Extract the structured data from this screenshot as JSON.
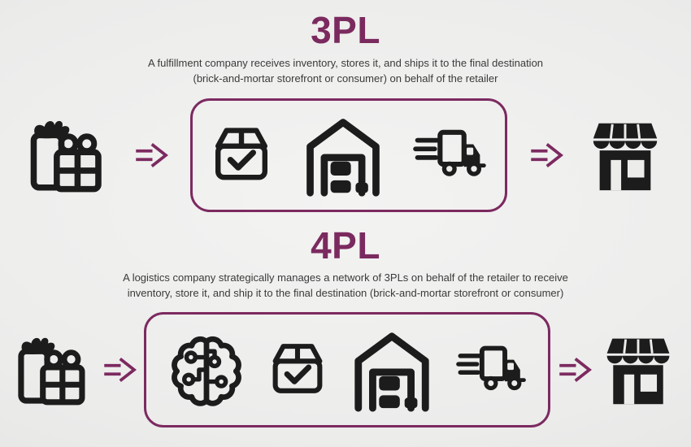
{
  "page": {
    "name": "3PL vs 4PL logistics infographic",
    "background_color": "#ececeb",
    "accent_color": "#7c2a60",
    "icon_color": "#1c1c1c",
    "text_color": "#3a3a3a"
  },
  "sections": [
    {
      "id": "3pl",
      "title": "3PL",
      "description_lines": [
        "A fulfillment company receives inventory, stores it, and ships it to the final destination",
        "(brick-and-mortar storefront or consumer) on behalf of the retailer"
      ],
      "flow": [
        "gift-boxes-icon",
        "arrow-right-icon",
        "boxed-group",
        "arrow-right-icon",
        "storefront-icon"
      ],
      "boxed_icons": [
        "package-check-icon",
        "warehouse-icon",
        "delivery-truck-icon"
      ]
    },
    {
      "id": "4pl",
      "title": "4PL",
      "description_lines": [
        "A logistics company strategically manages a network of 3PLs on behalf of the retailer to receive",
        "inventory, store it, and ship it to the final destination (brick-and-mortar storefront or consumer)"
      ],
      "flow": [
        "gift-boxes-icon",
        "arrow-right-icon",
        "boxed-group",
        "arrow-right-icon",
        "storefront-icon"
      ],
      "boxed_icons": [
        "brain-circuit-icon",
        "package-check-icon",
        "warehouse-icon",
        "delivery-truck-icon"
      ]
    }
  ]
}
